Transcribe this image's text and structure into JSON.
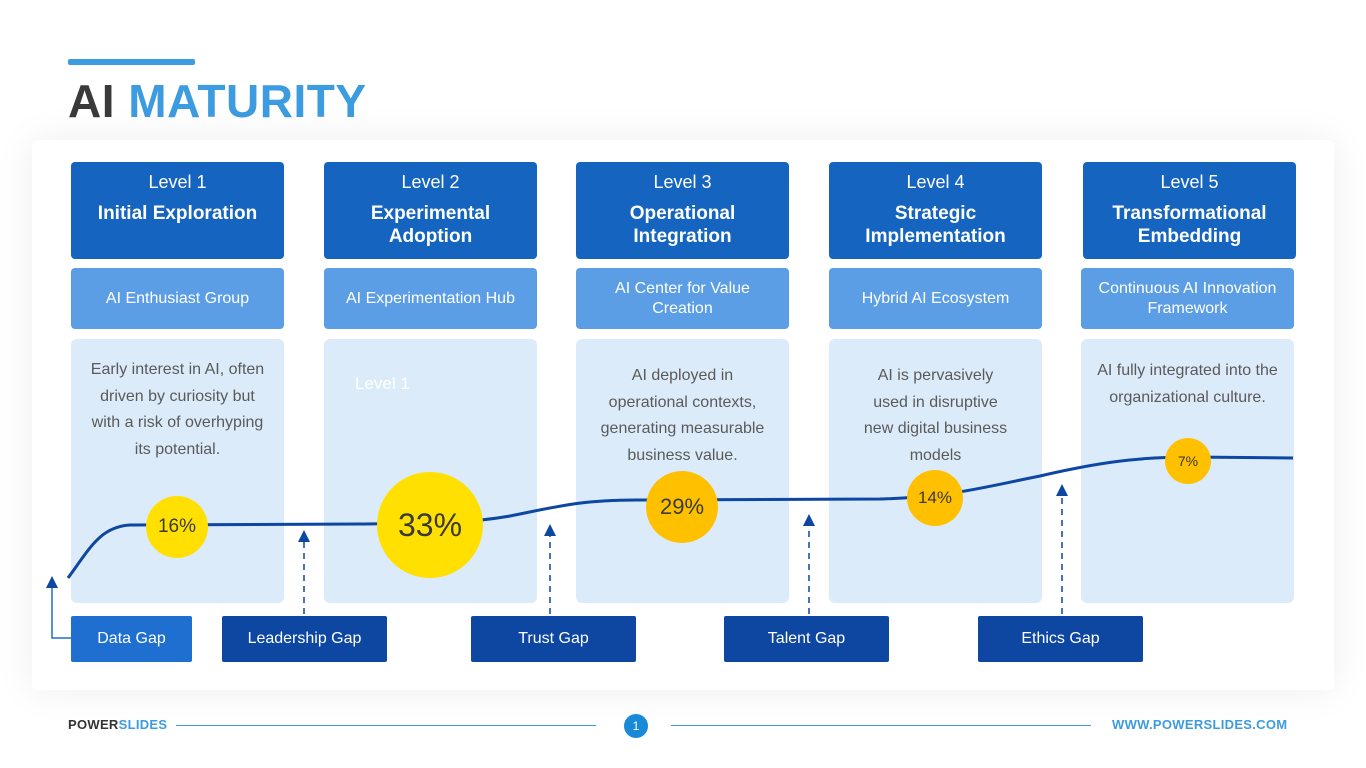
{
  "title": {
    "part1": "AI",
    "part2": "MATURITY"
  },
  "levels": [
    {
      "level": "Level 1",
      "name": "Initial Exploration",
      "unit": "AI Enthusiast Group",
      "description": "Early interest in AI, often driven by curiosity but with a risk of overhyping its potential.",
      "share": "16%"
    },
    {
      "level": "Level 2",
      "name": "Experimental Adoption",
      "unit": "AI Experimentation Hub",
      "description": "",
      "share": "33%"
    },
    {
      "level": "Level 3",
      "name": "Operational Integration",
      "unit": "AI Center for Value Creation",
      "description": "AI deployed in operational contexts, generating measurable business value.",
      "share": "29%"
    },
    {
      "level": "Level 4",
      "name": "Strategic Implementation",
      "unit": "Hybrid AI Ecosystem",
      "description": "AI is pervasively used in disruptive new digital business models",
      "share": "14%"
    },
    {
      "level": "Level 5",
      "name": "Transformational Embedding",
      "unit": "Continuous AI Innovation Framework",
      "description": "AI fully integrated into the organizational culture.",
      "share": "7%"
    }
  ],
  "ghost_label": "Level 1",
  "gaps": [
    "Data Gap",
    "Leadership Gap",
    "Trust Gap",
    "Talent Gap",
    "Ethics Gap"
  ],
  "footer": {
    "brand1": "POWER",
    "brand2": "SLIDES",
    "page": "1",
    "url": "WWW.POWERSLIDES.COM"
  },
  "colors": {
    "accent": "#3d9be0",
    "level_header": "#1565c0",
    "unit_box": "#5b9ee6",
    "desc_box": "#dcebf9",
    "gap_box": "#0d47a1",
    "curve": "#0d47a1",
    "bubble_yellow": "#ffe000",
    "bubble_amber": "#ffc000"
  }
}
